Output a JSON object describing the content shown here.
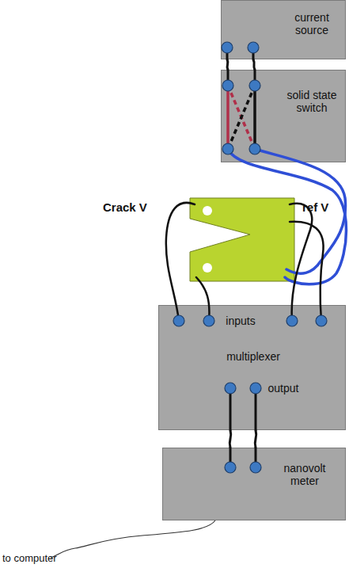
{
  "diagram": {
    "nodes": [
      {
        "text": [
          "current source"
        ]
      },
      {
        "text": [
          "solid state switch"
        ]
      },
      {
        "text": [
          "inputs",
          "multiplexer",
          "output"
        ]
      },
      {
        "text": [
          "nanovolt meter"
        ]
      }
    ],
    "edges": [
      {
        "from": 0,
        "to": 1,
        "arrow": "none"
      },
      {
        "from": 0,
        "to": 1,
        "arrow": "none"
      },
      {
        "from": 2,
        "to": 3,
        "arrow": "none"
      },
      {
        "from": 2,
        "to": 3,
        "arrow": "none"
      }
    ],
    "labels": [
      "Crack V",
      "ref V",
      "to computer"
    ]
  }
}
